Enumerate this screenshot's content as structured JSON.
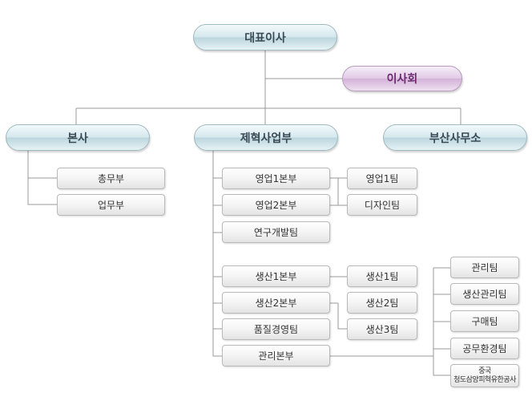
{
  "org": {
    "ceo": "대표이사",
    "board": "이사회",
    "head_office": "본사",
    "jehyuk_div": "제혁사업부",
    "busan_office": "부산사무소",
    "general_affairs": "총무부",
    "business_dept": "업무부",
    "sales1_hq": "영업1본부",
    "sales2_hq": "영업2본부",
    "rnd_team": "연구개발팀",
    "sales1_team": "영업1팀",
    "design_team": "디자인팀",
    "prod1_hq": "생산1본부",
    "prod2_hq": "생산2본부",
    "quality_team": "품질경영팀",
    "admin_hq": "관리본부",
    "prod1_team": "생산1팀",
    "prod2_team": "생산2팀",
    "prod3_team": "생산3팀",
    "admin_team": "관리팀",
    "prod_admin_team": "생산관리팀",
    "purchase_team": "구매팀",
    "env_team": "공무환경팀",
    "china_line1": "중국",
    "china_line2": "청도삼양피혁유한공사"
  }
}
